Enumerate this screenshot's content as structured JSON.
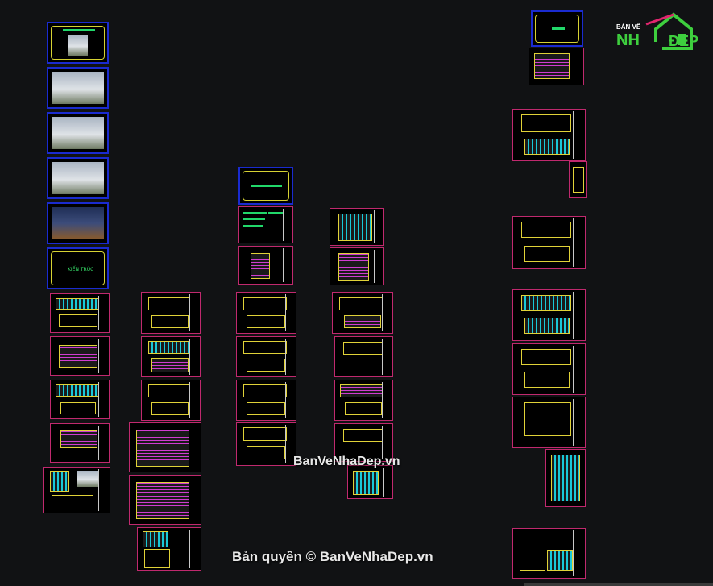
{
  "cover_title": "KIẾN TRÚC",
  "watermark_top": "BanVeNhaDep.vn",
  "watermark_bottom": "Bản quyền © BanVeNhaDep.vn",
  "logo": {
    "small_text": "BẢN VẼ",
    "big_left": "NH",
    "big_right": "ĐEP",
    "icon": "house-icon"
  },
  "colors": {
    "background": "#111214",
    "sheet_border": "#c0296e",
    "cover_border": "#1a2bd0",
    "frame": "#d6d233",
    "accent": "#38e86d"
  }
}
